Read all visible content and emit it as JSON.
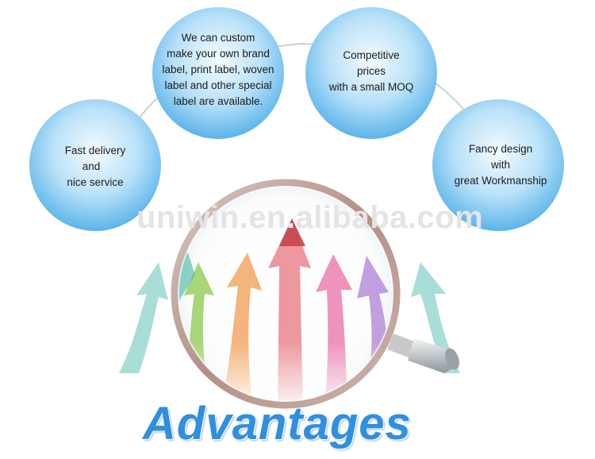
{
  "watermark": "uniwin.en.alibaba.com",
  "heading": "Advantages",
  "bubbles": [
    {
      "lines": [
        "Fast delivery",
        "and",
        "nice service"
      ]
    },
    {
      "lines": [
        "We can custom",
        "make your own brand",
        "label, print label, woven",
        "label and other special",
        "label are available."
      ]
    },
    {
      "lines": [
        "Competitive",
        "prices",
        "with a small MOQ"
      ]
    },
    {
      "lines": [
        "Fancy design",
        "with",
        "great Workmanship"
      ]
    }
  ],
  "colors": {
    "bubble": "#5bb4ea",
    "heading": "#2f8fe0",
    "arrows": [
      "#3fb5a6",
      "#8cc84b",
      "#f3a15a",
      "#e7626c",
      "#e86fa3",
      "#a05cc8",
      "#5a66c8"
    ]
  },
  "icons": [
    "magnifying-glass-icon",
    "arrow-icon"
  ]
}
